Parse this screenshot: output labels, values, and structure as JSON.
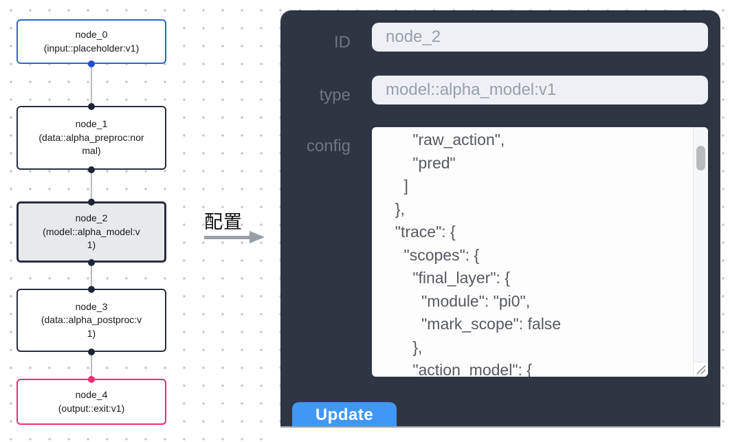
{
  "colors": {
    "panel_bg": "#2e3644",
    "input_node_accent": "#2b64c8",
    "output_node_accent": "#ee2d73",
    "selected_node_fill": "#e8e9eb",
    "update_button": "#4197f6",
    "edge_gray": "#b8bcc2"
  },
  "canvas": {
    "nodes": [
      {
        "title": "node_0",
        "subtitle": "(input::placeholder:v1)",
        "state": "input"
      },
      {
        "title": "node_1",
        "subtitle": "(data::alpha_preproc:normal)",
        "state": "default"
      },
      {
        "title": "node_2",
        "subtitle": "(model::alpha_model:v1)",
        "state": "selected"
      },
      {
        "title": "node_3",
        "subtitle": "(data::alpha_postproc:v1)",
        "state": "default"
      },
      {
        "title": "node_4",
        "subtitle": "(output::exit:v1)",
        "state": "output"
      }
    ]
  },
  "transition": {
    "label": "配置"
  },
  "panel": {
    "id_field": {
      "label": "ID",
      "value": "node_2"
    },
    "type_field": {
      "label": "type",
      "value": "model::alpha_model:v1"
    },
    "config_field": {
      "label": "config",
      "value": "      \"raw_action\",\n      \"pred\"\n    ]\n  },\n  \"trace\": {\n    \"scopes\": {\n      \"final_layer\": {\n        \"module\": \"pi0\",\n        \"mark_scope\": false\n      },\n      \"action_model\": {"
    },
    "update_button": {
      "label": "Update"
    }
  }
}
